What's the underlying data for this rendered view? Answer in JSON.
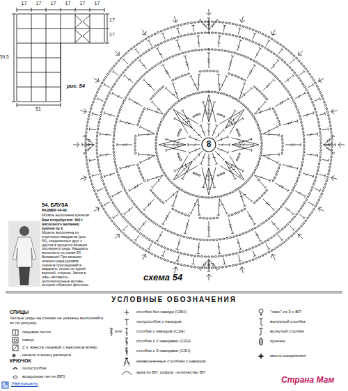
{
  "diagram": {
    "nodes": [
      {
        "text": [
          "8"
        ]
      }
    ],
    "labels": [
      "17",
      "17",
      "17",
      "17",
      "17",
      "17",
      "17",
      "17",
      "59,5",
      "51",
      "рис. 54",
      "54. БЛУЗА",
      "РАЗМЕР 44-46.",
      "Модель выполнена крючком",
      "Вам потребуется: 400 г вискозного меланжа; крючок № 2.",
      "Модель выполнена из отдельных квадратов (рис. 54), соединенных друг с другом в процессе вязания последнего ряда. Квадраты выполнить по схеме 54. Внимание! При вязании нижнего ряда рукавов сначала присоединяйте квадраты только по одной, верхней, стороне. Затем в швы «вставьте» дополнительные мотивы, которые образуют фестоны.",
      "схема 54",
      "УСЛОВНЫЕ ОБОЗНАЧЕНИЯ",
      "СПИЦЫ",
      "Четные ряды на схемах не указаны выполняйте их по рисунку.",
      "КРЮЧОК",
      "или",
      "Увеличить",
      "Страна Мам"
    ],
    "legend": [
      {
        "text": "лицевая петля"
      },
      {
        "text": "накид"
      },
      {
        "text": "2 п. вместе лицевой с наклоном влево"
      },
      {
        "text": "- начало и конец раппорта"
      },
      {
        "text": "полустолбик"
      },
      {
        "text": "воздушная петля (ВП)"
      },
      {
        "text": "столбик без накида (СБН)"
      },
      {
        "text": "полустолбик с накидом"
      },
      {
        "text": "столбик с накидом (С1Н)"
      },
      {
        "text": "столбик с 2 накидами (С2Н)"
      },
      {
        "text": "столбик с 3 накидами (С3Н)"
      },
      {
        "text": "незаконченные столбики с накидом"
      },
      {
        "text": "арка из ВП, цифра - количество ВП"
      },
      {
        "text": "\"пико\" из 3-х ВП"
      },
      {
        "text": "выпуклый столбик"
      },
      {
        "text": "вогнутый столбик"
      },
      {
        "text": "кулечек"
      },
      {
        "text": "место соединения"
      }
    ]
  }
}
